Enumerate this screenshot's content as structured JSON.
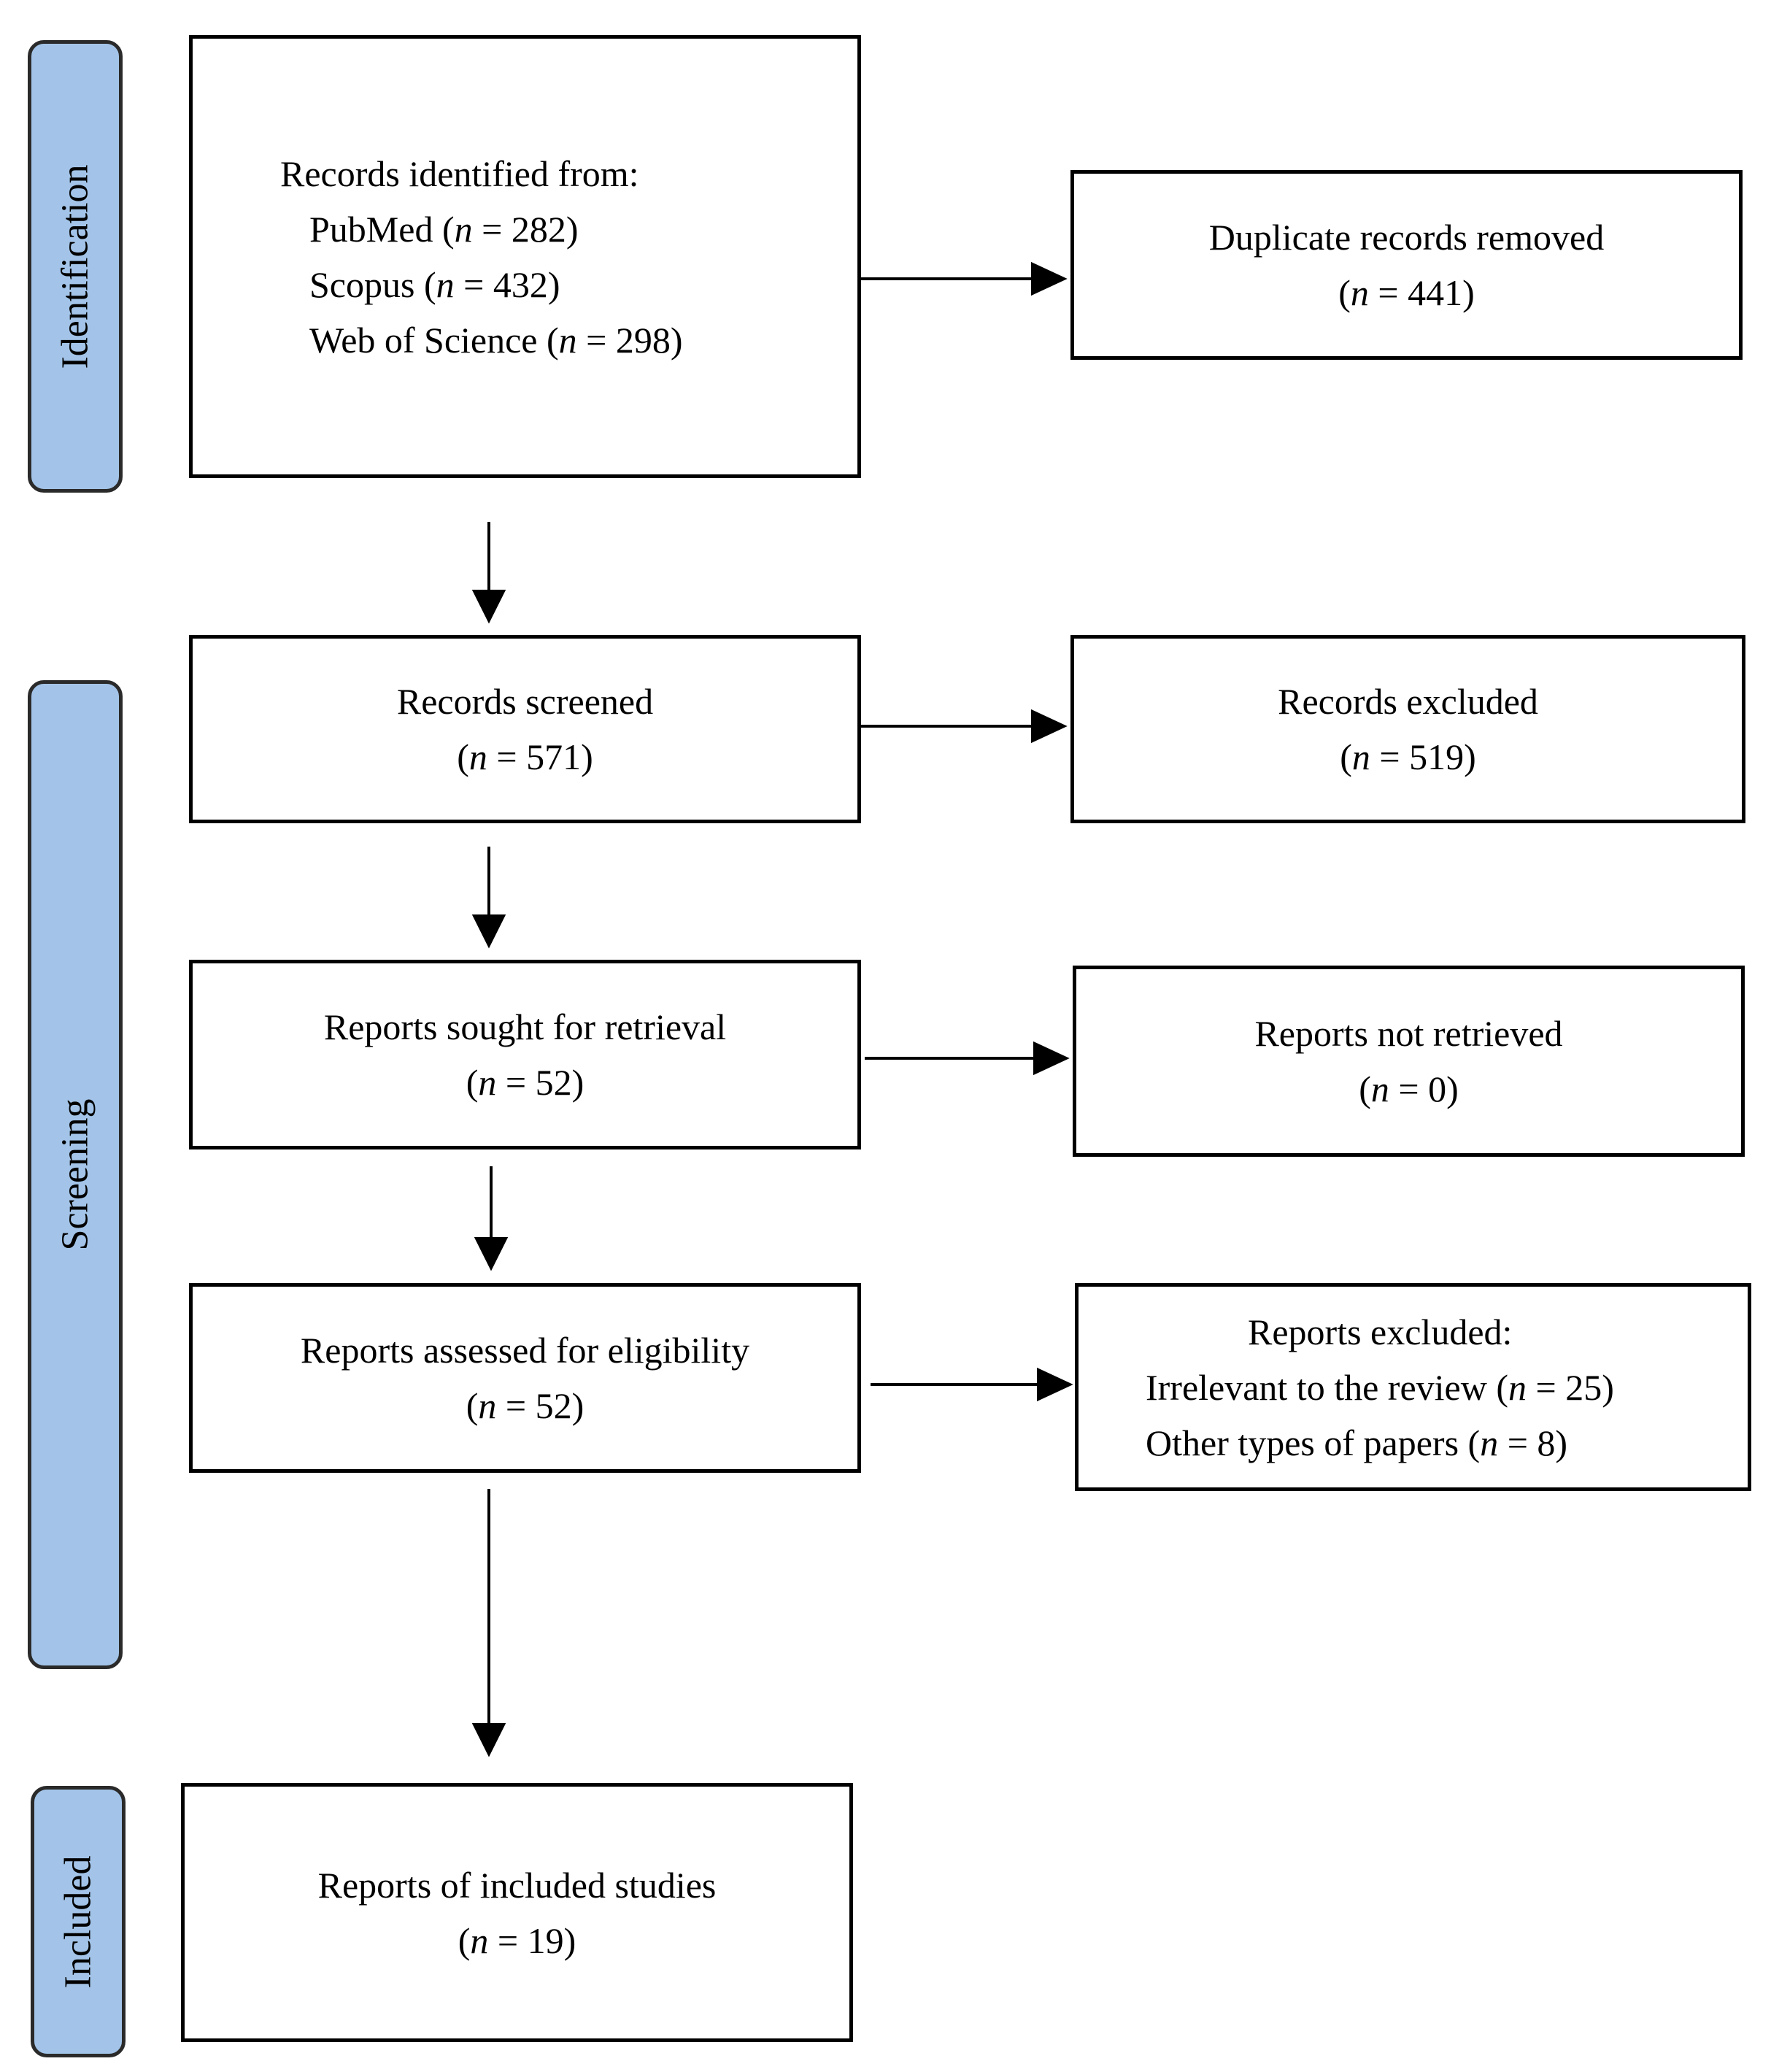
{
  "phases": {
    "identification": "Identification",
    "screening": "Screening",
    "included": "Included"
  },
  "boxes": {
    "records_identified": {
      "title": "Records identified from:",
      "sources": [
        {
          "name": "PubMed",
          "n": "282"
        },
        {
          "name": "Scopus",
          "n": "432"
        },
        {
          "name": "Web of Science",
          "n": "298"
        }
      ]
    },
    "duplicates_removed": {
      "title": "Duplicate records removed",
      "n": "441"
    },
    "records_screened": {
      "title": "Records screened",
      "n": "571"
    },
    "records_excluded": {
      "title": "Records excluded",
      "n": "519"
    },
    "reports_sought": {
      "title": "Reports sought for retrieval",
      "n": "52"
    },
    "reports_not_retrieved": {
      "title": "Reports not retrieved",
      "n": "0"
    },
    "reports_assessed": {
      "title": "Reports assessed for eligibility",
      "n": "52"
    },
    "reports_excluded": {
      "title": "Reports excluded:",
      "reasons": [
        {
          "name": "Irrelevant to the review",
          "n": "25"
        },
        {
          "name": "Other types of papers",
          "n": "8"
        }
      ]
    },
    "included_studies": {
      "title": "Reports of included studies",
      "n": "19"
    }
  },
  "n_symbol": "n",
  "colors": {
    "phase_fill": "#a3c4e8",
    "border": "#000000"
  }
}
